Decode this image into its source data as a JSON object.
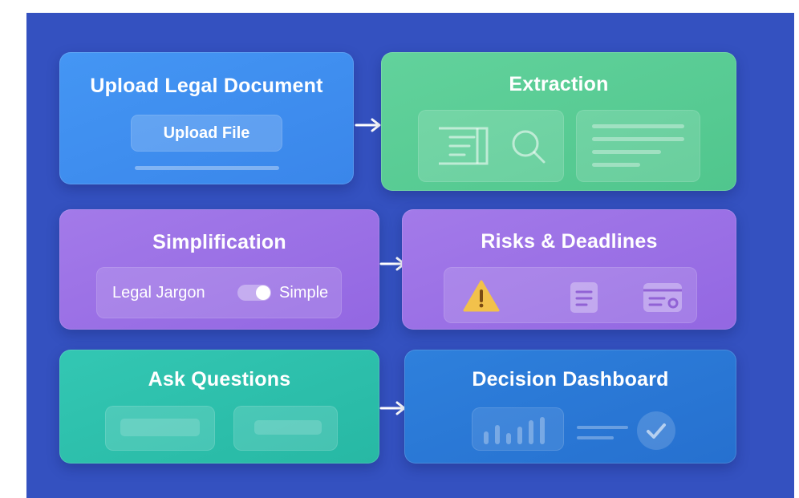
{
  "cards": {
    "upload": {
      "title": "Upload Legal Document",
      "button_label": "Upload File"
    },
    "extraction": {
      "title": "Extraction"
    },
    "simplification": {
      "title": "Simplification",
      "left_label": "Legal Jargon",
      "right_label": "Simple"
    },
    "risks": {
      "title": "Risks & Deadlines"
    },
    "ask": {
      "title": "Ask Questions"
    },
    "dashboard": {
      "title": "Decision Dashboard"
    }
  },
  "icons": {
    "extraction": [
      "document-icon",
      "search-icon",
      "text-lines-icon"
    ],
    "risks": [
      "warning-icon",
      "document-list-icon",
      "calendar-card-icon"
    ],
    "dashboard": [
      "bar-chart-icon",
      "text-lines-icon",
      "check-circle-icon"
    ],
    "flow": [
      "arrow-right-icon"
    ]
  },
  "colors": {
    "background": "#3451c0",
    "upload_card": "#3d8ff0",
    "extraction_card": "#57cc94",
    "purple_card": "#9a6fe6",
    "ask_card": "#2cc0ae",
    "dashboard_card": "#2a78d6",
    "warning": "#f2c14b"
  }
}
